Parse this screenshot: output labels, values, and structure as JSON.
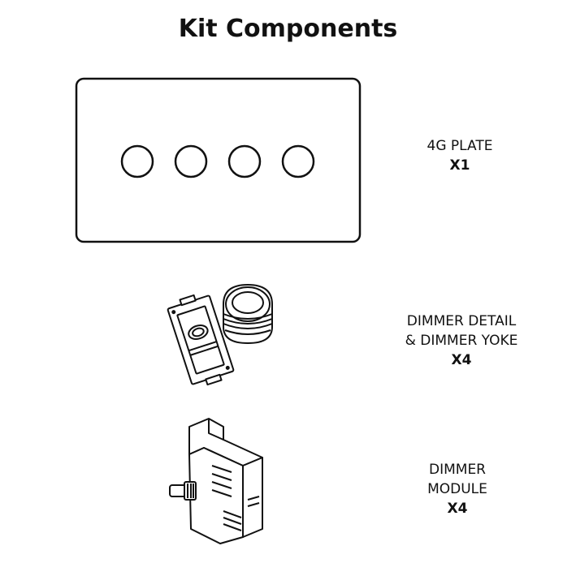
{
  "title": "Kit Components",
  "components": [
    {
      "name_lines": [
        "4G PLATE"
      ],
      "quantity": "X1",
      "illustration": "four-gang-plate"
    },
    {
      "name_lines": [
        "DIMMER DETAIL",
        "& DIMMER YOKE"
      ],
      "quantity": "X4",
      "illustration": "dimmer-detail-and-yoke"
    },
    {
      "name_lines": [
        "DIMMER",
        "MODULE"
      ],
      "quantity": "X4",
      "illustration": "dimmer-module"
    }
  ]
}
